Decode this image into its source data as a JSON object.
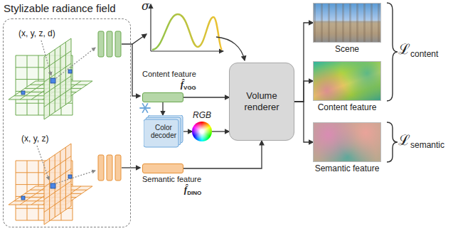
{
  "diagram": {
    "nodes": [
      {
        "text": [
          "Stylizable radiance field"
        ]
      },
      {
        "text": [
          "Content feature",
          "f̂",
          "VGG"
        ]
      },
      {
        "text": [
          "Color decoder"
        ]
      },
      {
        "text": [
          "RGB"
        ]
      },
      {
        "text": [
          "Semantic feature",
          "f̂",
          "DINO"
        ]
      },
      {
        "text": [
          "Volume renderer"
        ]
      },
      {
        "text": [
          "Scene"
        ]
      },
      {
        "text": [
          "Content feature"
        ]
      },
      {
        "text": [
          "Semantic feature"
        ]
      }
    ],
    "edges": [
      {
        "from": 1,
        "to": 2,
        "arrow": "to"
      },
      {
        "from": 2,
        "to": 3,
        "arrow": "to"
      },
      {
        "from": 1,
        "to": 5,
        "arrow": "to"
      },
      {
        "from": 3,
        "to": 5,
        "arrow": "to"
      },
      {
        "from": 4,
        "to": 5,
        "arrow": "to"
      },
      {
        "from": 5,
        "to": 6,
        "arrow": "to"
      },
      {
        "from": 5,
        "to": 7,
        "arrow": "to"
      },
      {
        "from": 5,
        "to": 8,
        "arrow": "to"
      }
    ],
    "labels": [
      "(x, y, z, d)",
      "σ",
      "(x, y, z)",
      "ℒ",
      "content",
      "ℒ",
      "semantic"
    ]
  }
}
